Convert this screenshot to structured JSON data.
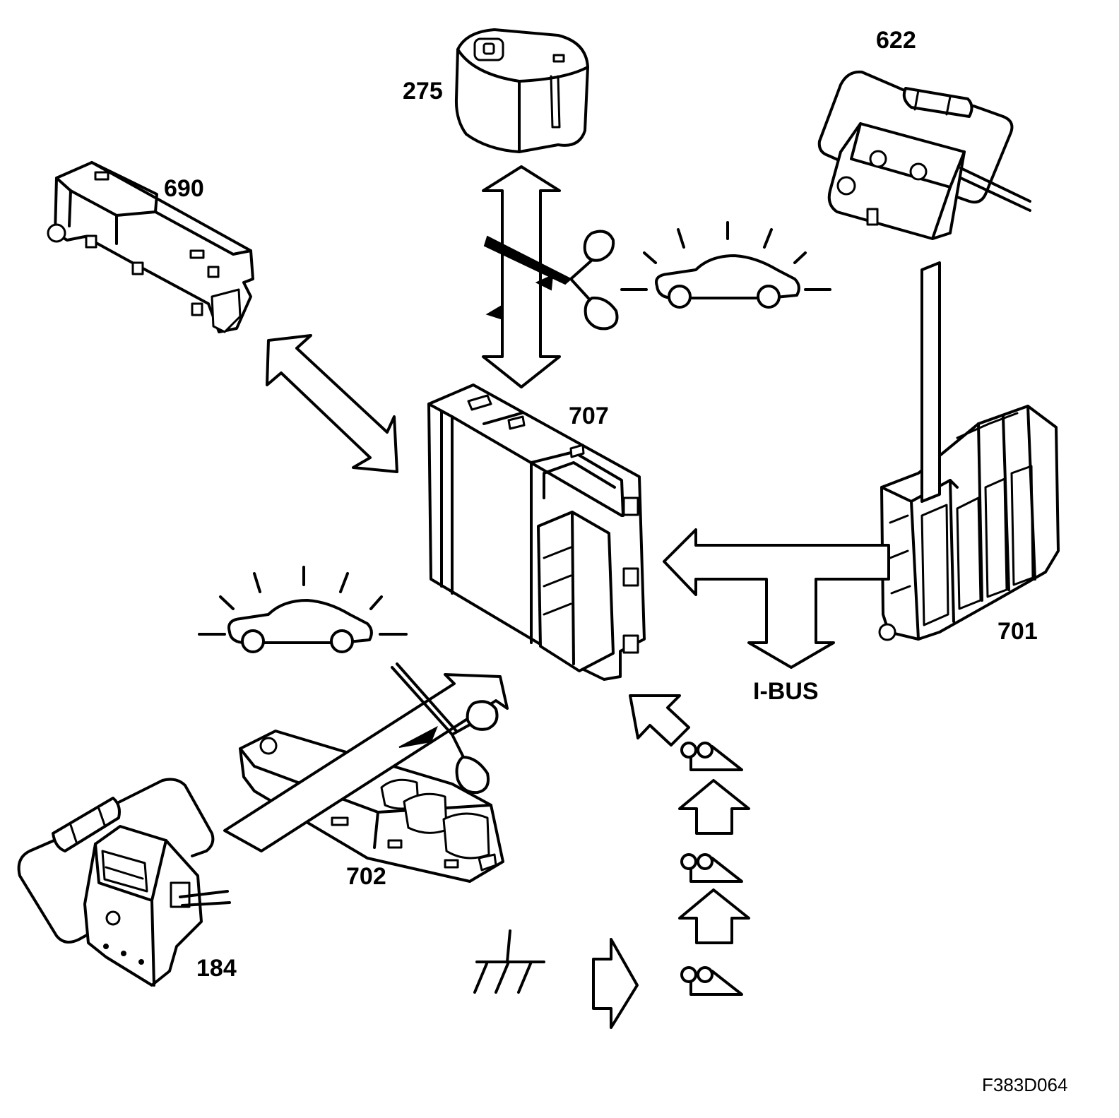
{
  "components": {
    "c275": "275",
    "c622": "622",
    "c690": "690",
    "c707": "707",
    "c701": "701",
    "c702": "702",
    "c184": "184"
  },
  "bus_label": "I-BUS",
  "figure_ref": "F383D064"
}
